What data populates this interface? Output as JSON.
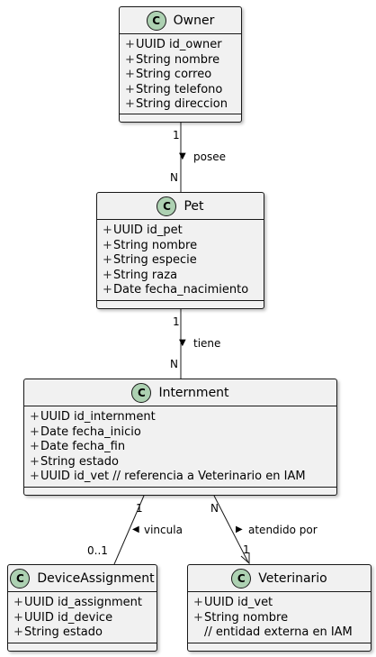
{
  "classes": {
    "owner": {
      "name": "Owner",
      "badge": "C",
      "attributes": [
        "+",
        "UUID id_owner",
        "String nombre",
        "String correo",
        "String telefono",
        "String direccion"
      ]
    },
    "pet": {
      "name": "Pet",
      "badge": "C",
      "attributes": [
        "UUID id_pet",
        "String nombre",
        "String especie",
        "String raza",
        "Date fecha_nacimiento"
      ]
    },
    "internment": {
      "name": "Internment",
      "badge": "C",
      "attributes": [
        "UUID id_internment",
        "Date fecha_inicio",
        "Date fecha_fin",
        "String estado",
        "UUID id_vet  // referencia a Veterinario en IAM"
      ]
    },
    "device": {
      "name": "DeviceAssignment",
      "badge": "C",
      "attributes": [
        "UUID id_assignment",
        "UUID id_device",
        "String estado"
      ]
    },
    "vet": {
      "name": "Veterinario",
      "badge": "C",
      "attributes": [
        "UUID id_vet",
        "String nombre"
      ],
      "note": "// entidad externa en IAM"
    }
  },
  "visibility_symbol": "+",
  "relations": {
    "owner_pet": {
      "label": "posee",
      "from_mult": "1",
      "to_mult": "N",
      "arrow": "▼"
    },
    "pet_internment": {
      "label": "tiene",
      "from_mult": "1",
      "to_mult": "N",
      "arrow": "▼"
    },
    "internment_device": {
      "label": "vincula",
      "from_mult": "1",
      "to_mult": "0..1",
      "arrow": "◀"
    },
    "internment_vet": {
      "label": "atendido por",
      "from_mult": "N",
      "to_mult": "1",
      "arrow": "▶"
    }
  },
  "colors": {
    "class_fill": "#f1f1f1",
    "badge_fill": "#add1b2",
    "border": "#181818"
  }
}
